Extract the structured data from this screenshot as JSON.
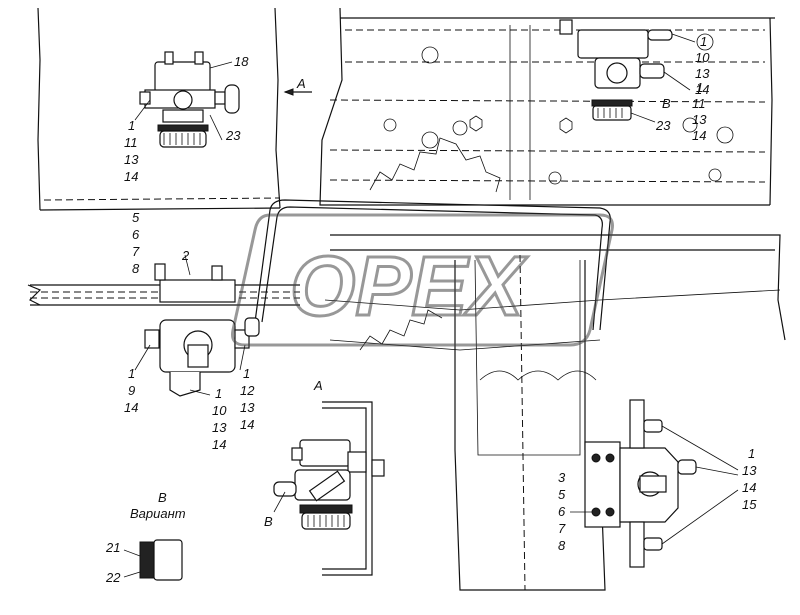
{
  "view_A": {
    "arrow_label": "A",
    "callouts": [
      "18",
      "1",
      "11",
      "13",
      "14",
      "23"
    ]
  },
  "view_top_right": {
    "callouts_a": [
      "1",
      "10",
      "13",
      "14"
    ],
    "label_b": "B",
    "callouts_b": [
      "1",
      "11",
      "13",
      "14"
    ],
    "callout_23": "23"
  },
  "middle_left": {
    "callouts_top": [
      "5",
      "6",
      "7",
      "8"
    ],
    "callout_2": "2",
    "callouts_left": [
      "1",
      "9",
      "14"
    ],
    "callouts_right": [
      "1",
      "12",
      "13",
      "14"
    ],
    "callouts_bottom": [
      "1",
      "10",
      "13",
      "14"
    ]
  },
  "detail_A": {
    "title": "A",
    "label_b": "B"
  },
  "variant_B": {
    "title": "B",
    "subtitle": "Вариант",
    "callouts": [
      "21",
      "22"
    ]
  },
  "bottom_right": {
    "callouts_left": [
      "3",
      "5",
      "6",
      "7",
      "8"
    ],
    "callouts_right": [
      "1",
      "13",
      "14",
      "15"
    ]
  },
  "watermark": {
    "text": "OPEX",
    "color": "#444444"
  }
}
